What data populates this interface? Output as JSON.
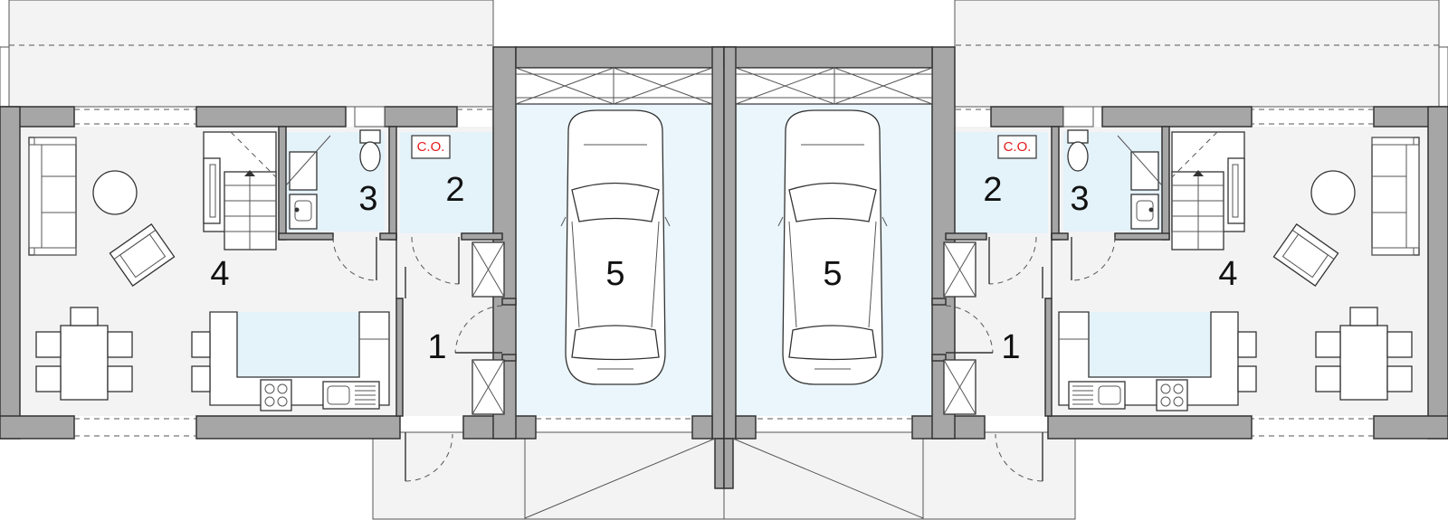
{
  "plan": {
    "units": [
      {
        "side": "left",
        "rooms": [
          {
            "id": "hall",
            "label": "1"
          },
          {
            "id": "boiler",
            "label": "2"
          },
          {
            "id": "wc",
            "label": "3"
          },
          {
            "id": "living",
            "label": "4"
          },
          {
            "id": "garage",
            "label": "5"
          }
        ],
        "boiler_tag": "C.O."
      },
      {
        "side": "right",
        "rooms": [
          {
            "id": "hall",
            "label": "1"
          },
          {
            "id": "boiler",
            "label": "2"
          },
          {
            "id": "wc",
            "label": "3"
          },
          {
            "id": "living",
            "label": "4"
          },
          {
            "id": "garage",
            "label": "5"
          }
        ],
        "boiler_tag": "C.O."
      }
    ],
    "colors": {
      "wall": "#a6a6a6",
      "floor": "#f3f3f3",
      "wet_floor": "#e4f2fa",
      "garage_floor": "#eaf6fc",
      "tag_red": "#e31b1b"
    }
  }
}
